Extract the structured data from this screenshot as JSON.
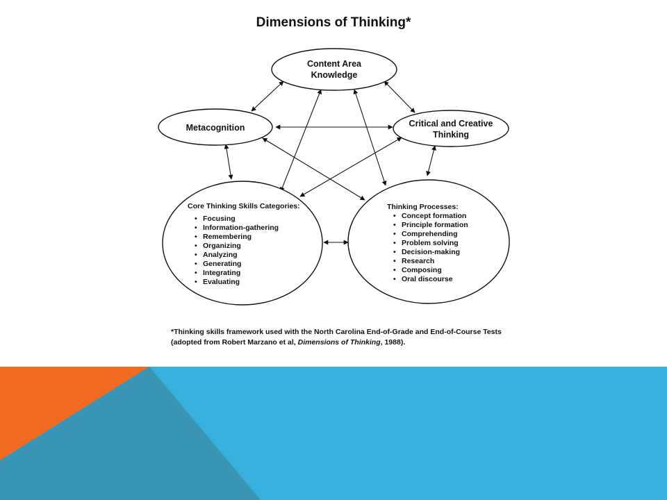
{
  "title": "Dimensions of Thinking*",
  "nodes": {
    "content": {
      "line1": "Content Area",
      "line2": "Knowledge"
    },
    "metacognition": {
      "line1": "Metacognition"
    },
    "critical": {
      "line1": "Critical and Creative",
      "line2": "Thinking"
    },
    "core": {
      "heading": "Core Thinking Skills Categories:",
      "items": [
        "Focusing",
        "Information-gathering",
        "Remembering",
        "Organizing",
        "Analyzing",
        "Generating",
        "Integrating",
        "Evaluating"
      ]
    },
    "processes": {
      "heading": "Thinking Processes:",
      "items": [
        "Concept formation",
        "Principle formation",
        "Comprehending",
        "Problem solving",
        "Decision-making",
        "Research",
        "Composing",
        "Oral discourse"
      ]
    }
  },
  "footnote": {
    "line1": "*Thinking skills framework used with the North Carolina End-of-Grade and End-of-Course Tests",
    "line2_prefix": "(adopted from Robert Marzano et al, ",
    "line2_italic": "Dimensions of Thinking",
    "line2_suffix": ", 1988)."
  },
  "colors": {
    "orange": "#F26B21",
    "teal": "#3A95B4",
    "blue": "#38B0DE"
  }
}
